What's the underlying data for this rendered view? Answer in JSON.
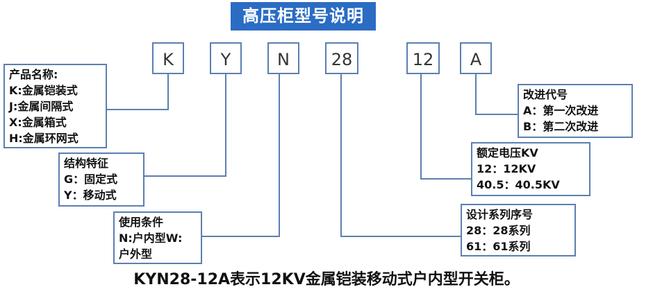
{
  "title": "高压柜型号说明",
  "codes": [
    "K",
    "Y",
    "N",
    "28",
    "12",
    "A"
  ],
  "boxes": {
    "product": {
      "heading": "产品名称:",
      "items": [
        "K:金属铠装式",
        "J:金属间隔式",
        "X:金属箱式",
        "H:金属环网式"
      ]
    },
    "structure": {
      "heading": "结构特征",
      "items": [
        "G：固定式",
        "Y：移动式"
      ]
    },
    "usage": {
      "heading": "使用条件",
      "items": [
        "N:户内型W:",
        "户外型"
      ]
    },
    "design": {
      "heading": "设计系列序号",
      "items": [
        "28：28系列",
        "61：61系列"
      ]
    },
    "voltage": {
      "heading": "额定电压KV",
      "items": [
        "12：12KV",
        "40.5：40.5KV"
      ]
    },
    "improvement": {
      "heading": "改进代号",
      "items": [
        "A：第一次改进",
        "B：第二次改进"
      ]
    }
  },
  "footer": "KYN28-12A表示12KV金属铠装移动式户内型开关柜。",
  "colors": {
    "title_bg": "#2b6cc4",
    "border": "#5b7fb0",
    "line": "#5b7fb0"
  }
}
